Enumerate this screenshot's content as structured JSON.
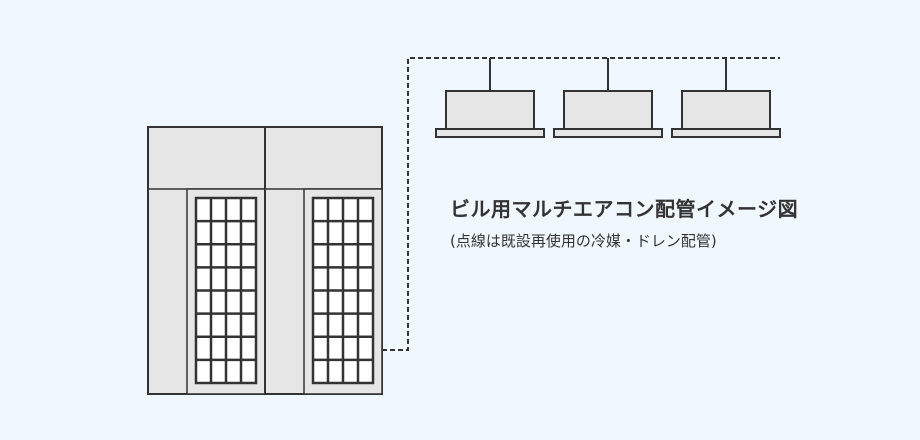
{
  "caption": {
    "title": "ビル用マルチエアコン配管イメージ図",
    "note": "(点線は既設再使用の冷媒・ドレン配管)"
  },
  "outdoor_unit": {
    "modules": 2,
    "grill_columns": 4,
    "grill_rows": 8
  },
  "indoor_units": {
    "count": 3
  },
  "piping": {
    "style": "dashed"
  },
  "colors": {
    "background": "#f1f7fe",
    "unit_fill": "#e6e6e6",
    "line": "#333333",
    "text": "#333333"
  }
}
